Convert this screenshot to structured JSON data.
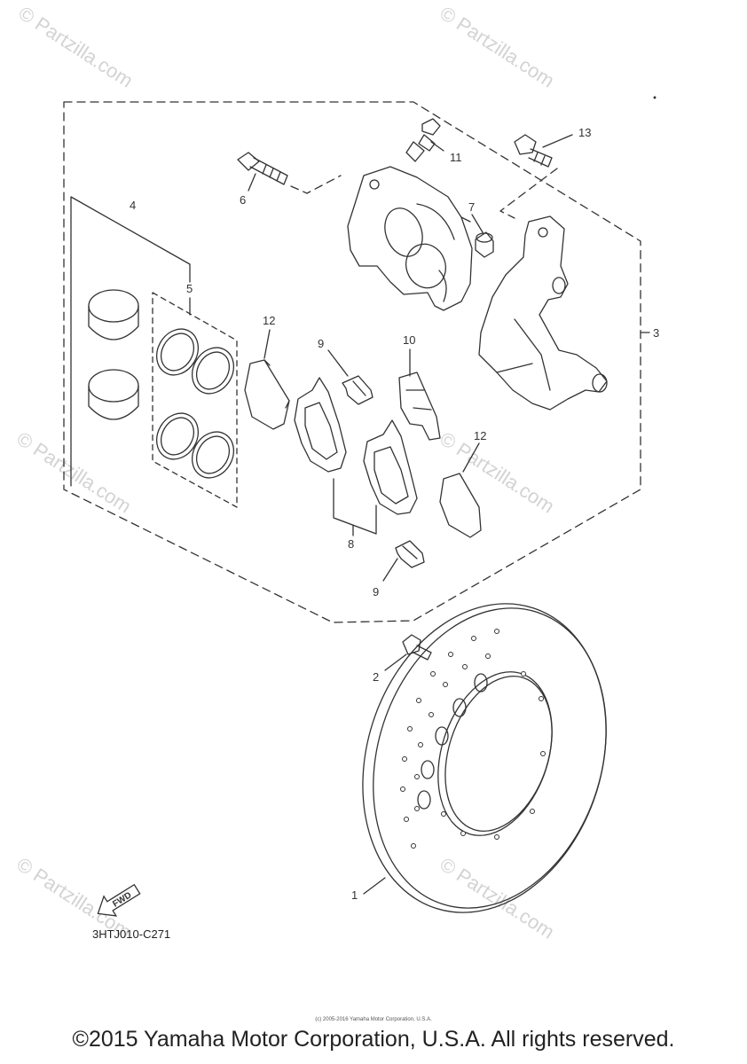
{
  "watermark": "© Partzilla.com",
  "diagram_code": "3HTJ010-C271",
  "fwd_label": "FWD",
  "copyright": "©2015 Yamaha Motor Corporation, U.S.A. All rights reserved.",
  "small_print": "(c) 2005-2016 Yamaha Motor Corporation, U.S.A.",
  "callouts": {
    "c1": "1",
    "c2": "2",
    "c3": "3",
    "c4": "4",
    "c5": "5",
    "c6": "6",
    "c7": "7",
    "c8": "8",
    "c9a": "9",
    "c9b": "9",
    "c10": "10",
    "c11": "11",
    "c12a": "12",
    "c12b": "12",
    "c13": "13"
  },
  "colors": {
    "line": "#333333",
    "watermark": "#d3d3d3"
  }
}
